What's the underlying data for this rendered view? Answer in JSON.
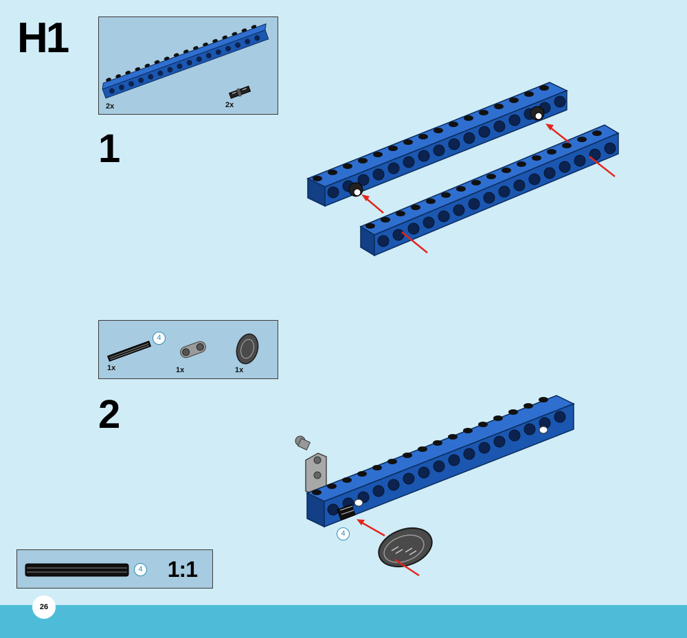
{
  "section": {
    "title": "H1"
  },
  "steps": [
    {
      "number": "1",
      "parts": [
        {
          "name": "blue-technic-beam-icon",
          "quantity": "2x"
        },
        {
          "name": "black-friction-pin-icon",
          "quantity": "2x"
        }
      ]
    },
    {
      "number": "2",
      "parts": [
        {
          "name": "black-axle-icon",
          "quantity": "1x",
          "size_label": "4"
        },
        {
          "name": "grey-connector-icon",
          "quantity": "1x"
        },
        {
          "name": "dark-grey-wheel-icon",
          "quantity": "1x"
        }
      ],
      "callout_size_label": "4"
    }
  ],
  "scale": {
    "size_label": "4",
    "ratio": "1:1"
  },
  "page": {
    "number": "26"
  },
  "colors": {
    "background": "#d0ecf7",
    "parts_box": "#a7cbe0",
    "beam_blue": "#1b57b0",
    "arrow_red": "#e3261c",
    "footer": "#4ebcd8",
    "badge_text": "#2a8fb6"
  }
}
